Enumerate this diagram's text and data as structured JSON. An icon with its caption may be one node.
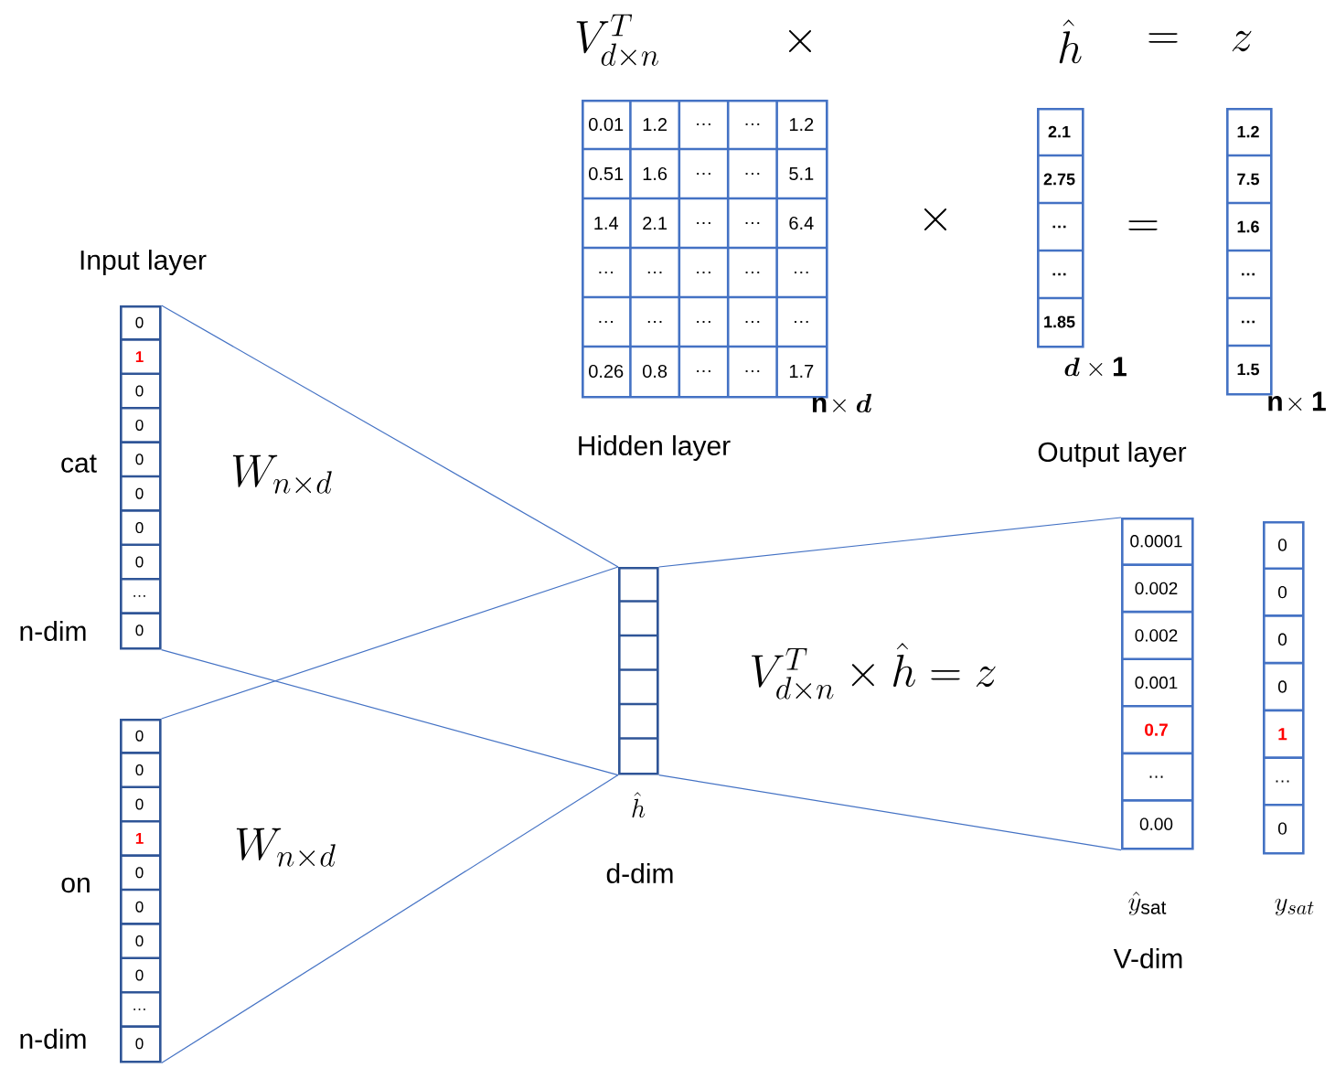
{
  "diagram": {
    "nodes": [
      {
        "text": [
          "0",
          "1",
          "0",
          "0",
          "0",
          "0",
          "0",
          "0",
          "…",
          "0"
        ],
        "beside": [
          "cat",
          "n-dim"
        ]
      },
      {
        "text": [
          "0",
          "0",
          "0",
          "1",
          "0",
          "0",
          "0",
          "0",
          "…",
          "0"
        ],
        "beside": [
          "on",
          "n-dim"
        ]
      },
      {
        "text": [],
        "shape": "box",
        "beside": [
          "\\hat{h}",
          "d-dim"
        ]
      },
      {
        "text": [
          "0.0001",
          "0.002",
          "0.002",
          "0.001",
          "0.7",
          "…",
          "0.00"
        ],
        "beside": [
          "\\hat{y}_{\\mathrm{sat}}",
          "V-dim"
        ]
      },
      {
        "text": [
          "0",
          "0",
          "0",
          "0",
          "1",
          "…",
          "0"
        ],
        "beside": [
          "y_{sat}"
        ]
      },
      {
        "text": [
          "0.01",
          "1.2",
          "…",
          "…",
          "1.2",
          "0.51",
          "1.6",
          "…",
          "…",
          "5.1",
          "1.4",
          "2.1",
          "…",
          "…",
          "6.4",
          "…",
          "…",
          "…",
          "…",
          "…",
          "…",
          "…",
          "…",
          "…",
          "…",
          "0.26",
          "0.8",
          "…",
          "…",
          "1.7"
        ],
        "beside": [
          "\\mathbf{n}\\!\\times \\boldsymbol{d}"
        ]
      },
      {
        "text": [
          "2.1",
          "2.75",
          "…",
          "…",
          "1.85"
        ],
        "beside": [
          "\\boldsymbol{d}\\times\\mathbf{1}"
        ]
      },
      {
        "text": [
          "1.2",
          "7.5",
          "1.6",
          "…",
          "…",
          "1.5"
        ],
        "beside": [
          "\\mathbf{n}\\!\\times\\mathbf{1}"
        ]
      }
    ],
    "edges": [
      {
        "from": 0,
        "to": 2,
        "arrow": "none"
      },
      {
        "from": 0,
        "to": 2,
        "arrow": "none"
      },
      {
        "from": 1,
        "to": 2,
        "arrow": "none"
      },
      {
        "from": 1,
        "to": 2,
        "arrow": "none"
      },
      {
        "from": 2,
        "to": 3,
        "arrow": "none"
      },
      {
        "from": 2,
        "to": 3,
        "arrow": "none"
      }
    ],
    "labels": [
      "V^{T}_{d\\times n}",
      "\\times",
      "\\hat{h}",
      "=",
      "z",
      "\\times",
      "=",
      "Input layer",
      "Hidden layer",
      "Output layer",
      "W_{n\\times d}",
      "W_{n\\times d}",
      "V^{T}_{d\\times n}\\times\\hat{h}=z"
    ]
  }
}
